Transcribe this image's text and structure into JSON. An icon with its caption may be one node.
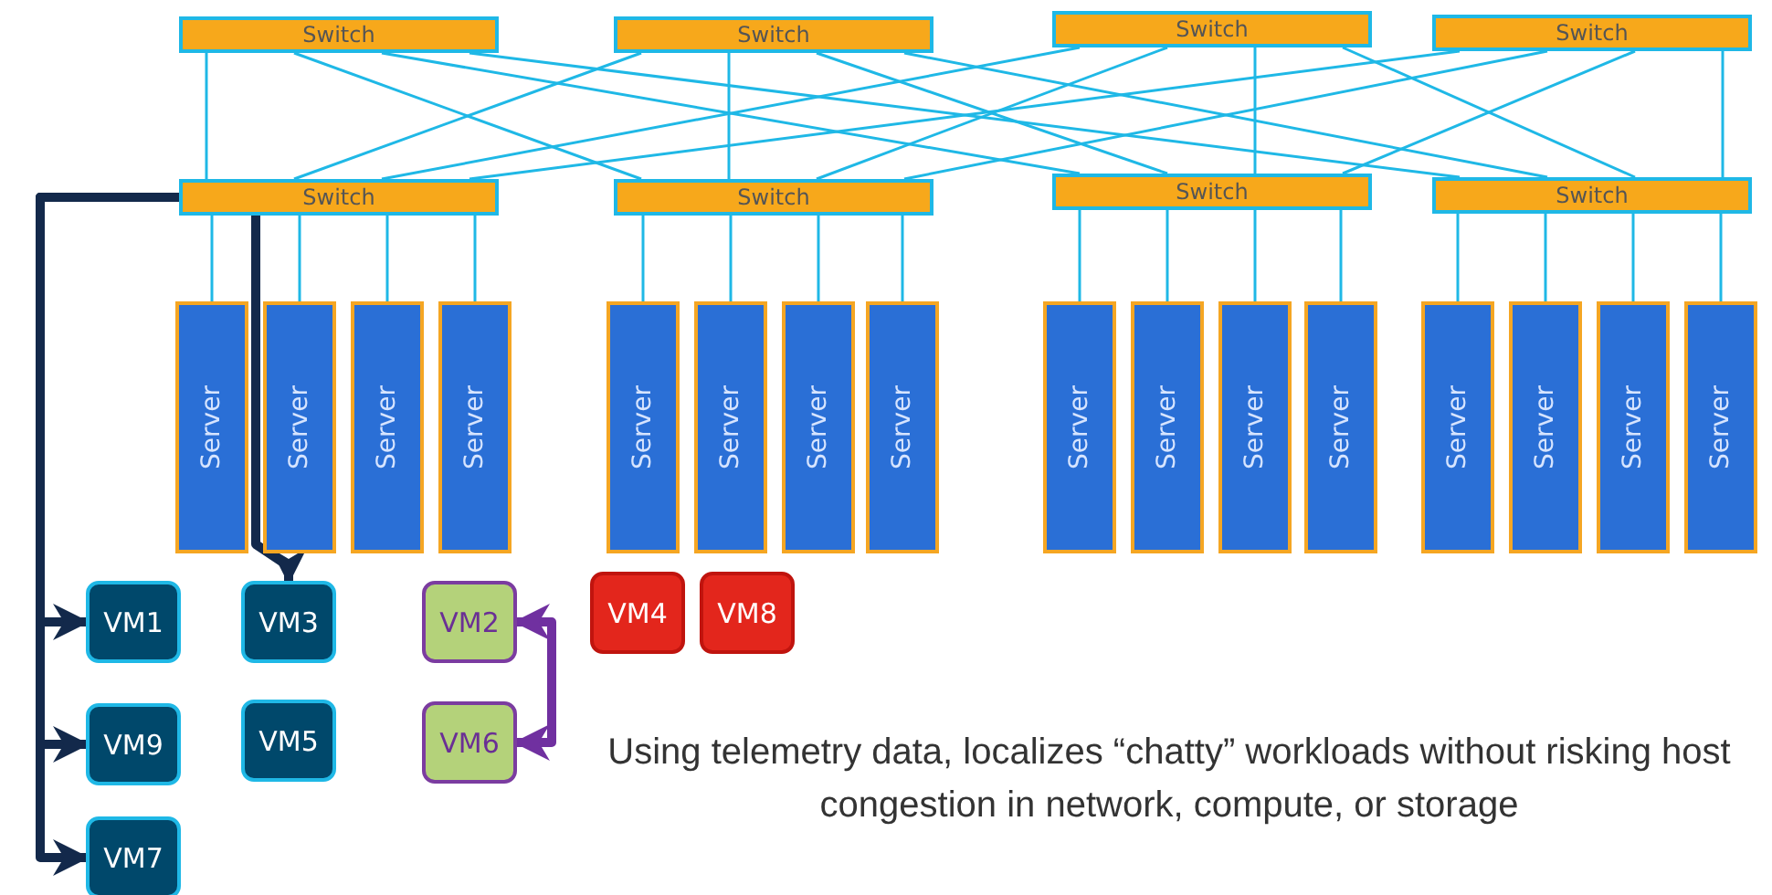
{
  "diagram": {
    "nodes": [
      {
        "text": [
          "Switch"
        ]
      },
      {
        "text": [
          "Switch"
        ]
      },
      {
        "text": [
          "Switch"
        ]
      },
      {
        "text": [
          "Switch"
        ]
      },
      {
        "text": [
          "Switch"
        ]
      },
      {
        "text": [
          "Switch"
        ]
      },
      {
        "text": [
          "Switch"
        ]
      },
      {
        "text": [
          "Switch"
        ]
      },
      {
        "text": [
          "Server"
        ]
      },
      {
        "text": [
          "Server"
        ]
      },
      {
        "text": [
          "Server"
        ]
      },
      {
        "text": [
          "Server"
        ]
      },
      {
        "text": [
          "Server"
        ]
      },
      {
        "text": [
          "Server"
        ]
      },
      {
        "text": [
          "Server"
        ]
      },
      {
        "text": [
          "Server"
        ]
      },
      {
        "text": [
          "Server"
        ]
      },
      {
        "text": [
          "Server"
        ]
      },
      {
        "text": [
          "Server"
        ]
      },
      {
        "text": [
          "Server"
        ]
      },
      {
        "text": [
          "Server"
        ]
      },
      {
        "text": [
          "Server"
        ]
      },
      {
        "text": [
          "Server"
        ]
      },
      {
        "text": [
          "Server"
        ]
      },
      {
        "text": [
          "VM1"
        ]
      },
      {
        "text": [
          "VM3"
        ]
      },
      {
        "text": [
          "VM2"
        ]
      },
      {
        "text": [
          "VM4"
        ]
      },
      {
        "text": [
          "VM8"
        ]
      },
      {
        "text": [
          "VM9"
        ]
      },
      {
        "text": [
          "VM5"
        ]
      },
      {
        "text": [
          "VM6"
        ]
      },
      {
        "text": [
          "VM7"
        ]
      }
    ],
    "edges": [
      {
        "from": 0,
        "to": 4,
        "arrow": "none"
      },
      {
        "from": 0,
        "to": 5,
        "arrow": "none"
      },
      {
        "from": 0,
        "to": 6,
        "arrow": "none"
      },
      {
        "from": 0,
        "to": 7,
        "arrow": "none"
      },
      {
        "from": 1,
        "to": 4,
        "arrow": "none"
      },
      {
        "from": 1,
        "to": 5,
        "arrow": "none"
      },
      {
        "from": 1,
        "to": 6,
        "arrow": "none"
      },
      {
        "from": 1,
        "to": 7,
        "arrow": "none"
      },
      {
        "from": 2,
        "to": 4,
        "arrow": "none"
      },
      {
        "from": 2,
        "to": 5,
        "arrow": "none"
      },
      {
        "from": 2,
        "to": 6,
        "arrow": "none"
      },
      {
        "from": 2,
        "to": 7,
        "arrow": "none"
      },
      {
        "from": 3,
        "to": 4,
        "arrow": "none"
      },
      {
        "from": 3,
        "to": 5,
        "arrow": "none"
      },
      {
        "from": 3,
        "to": 6,
        "arrow": "none"
      },
      {
        "from": 3,
        "to": 7,
        "arrow": "none"
      },
      {
        "from": 4,
        "to": 8,
        "arrow": "none"
      },
      {
        "from": 4,
        "to": 9,
        "arrow": "none"
      },
      {
        "from": 4,
        "to": 10,
        "arrow": "none"
      },
      {
        "from": 4,
        "to": 11,
        "arrow": "none"
      },
      {
        "from": 5,
        "to": 12,
        "arrow": "none"
      },
      {
        "from": 5,
        "to": 13,
        "arrow": "none"
      },
      {
        "from": 5,
        "to": 14,
        "arrow": "none"
      },
      {
        "from": 5,
        "to": 15,
        "arrow": "none"
      },
      {
        "from": 6,
        "to": 16,
        "arrow": "none"
      },
      {
        "from": 6,
        "to": 17,
        "arrow": "none"
      },
      {
        "from": 6,
        "to": 18,
        "arrow": "none"
      },
      {
        "from": 6,
        "to": 19,
        "arrow": "none"
      },
      {
        "from": 7,
        "to": 20,
        "arrow": "none"
      },
      {
        "from": 7,
        "to": 21,
        "arrow": "none"
      },
      {
        "from": 7,
        "to": 22,
        "arrow": "none"
      },
      {
        "from": 7,
        "to": 23,
        "arrow": "none"
      },
      {
        "from": 4,
        "to": 24,
        "arrow": "to",
        "style": "thick",
        "color": "#13294b"
      },
      {
        "from": 4,
        "to": 29,
        "arrow": "to",
        "style": "thick",
        "color": "#13294b"
      },
      {
        "from": 4,
        "to": 32,
        "arrow": "to",
        "style": "thick",
        "color": "#13294b"
      },
      {
        "from": 4,
        "to": 25,
        "arrow": "to",
        "style": "thick",
        "color": "#13294b"
      },
      {
        "from": 26,
        "to": 31,
        "arrow": "both",
        "style": "thick",
        "color": "#7030a0"
      }
    ],
    "labels": [
      "Using telemetry data, localizes “chatty” workloads without risking host congestion in network, compute, or storage"
    ]
  }
}
